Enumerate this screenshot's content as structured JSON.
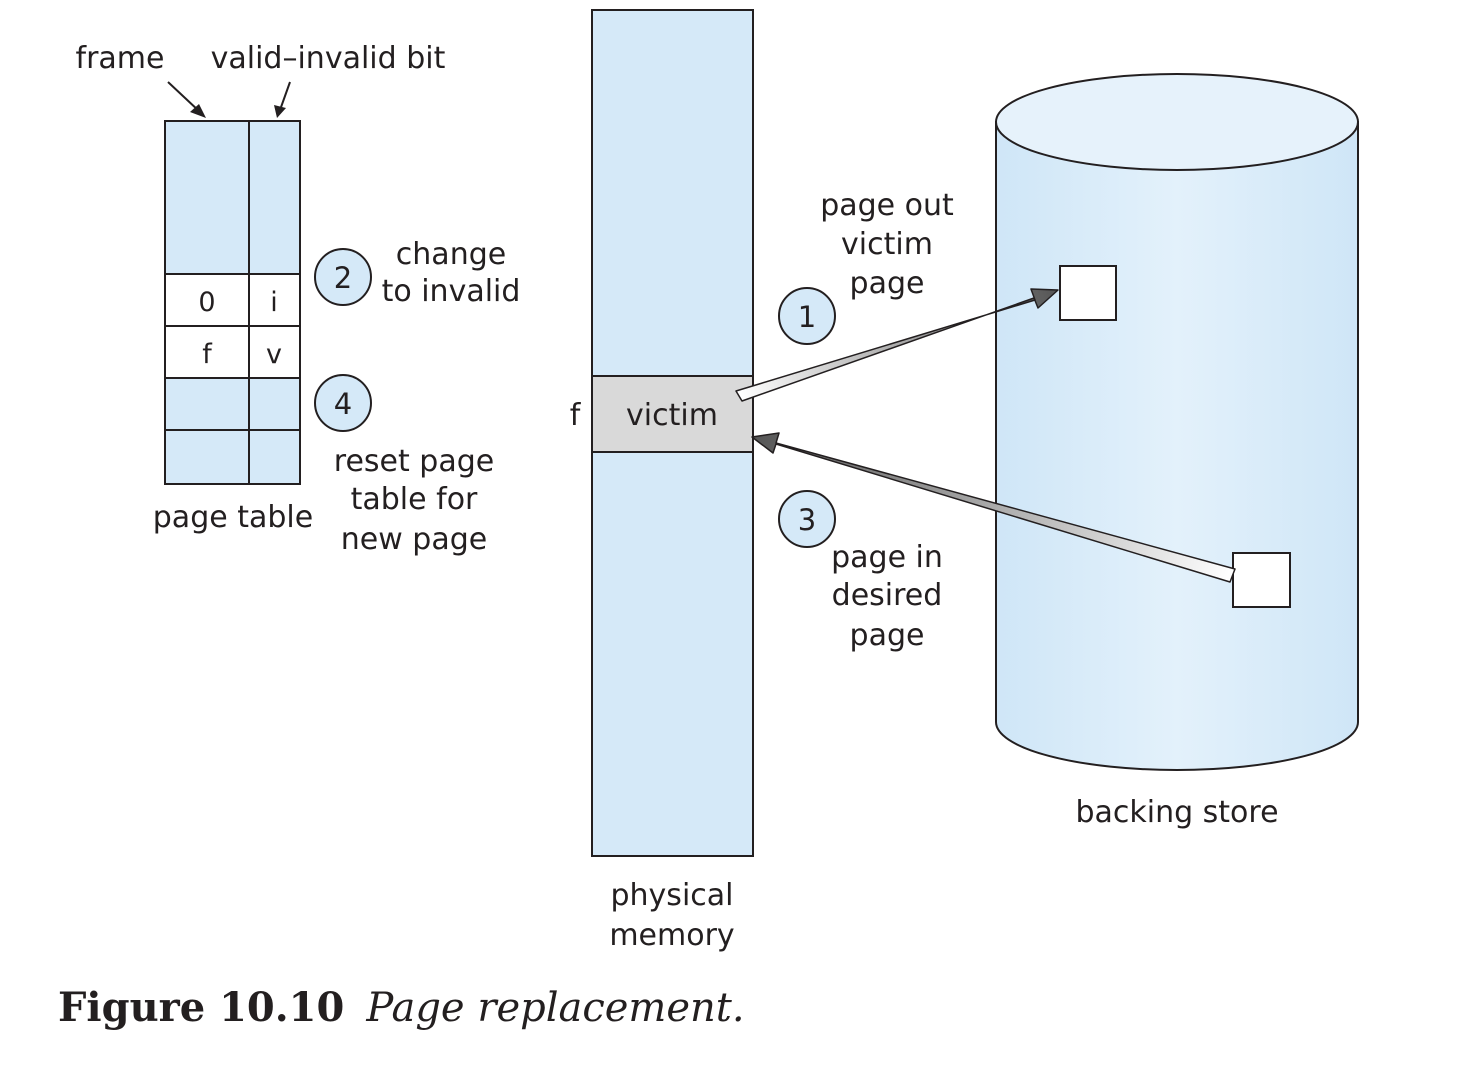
{
  "page_table": {
    "frame_label": "frame",
    "bit_label": "valid–invalid bit",
    "caption": "page table",
    "rows": [
      {
        "frame": "",
        "bit": ""
      },
      {
        "frame": "0",
        "bit": "i"
      },
      {
        "frame": "f",
        "bit": "v"
      },
      {
        "frame": "",
        "bit": ""
      },
      {
        "frame": "",
        "bit": ""
      }
    ]
  },
  "steps": [
    {
      "number": "1",
      "lines": [
        "page out",
        "victim",
        "page"
      ]
    },
    {
      "number": "2",
      "lines": [
        "change",
        "to invalid"
      ]
    },
    {
      "number": "3",
      "lines": [
        "page in",
        "desired",
        "page"
      ]
    },
    {
      "number": "4",
      "lines": [
        "reset page",
        "table for",
        "new page"
      ]
    }
  ],
  "memory": {
    "frame_label": "f",
    "victim_label": "victim",
    "caption_lines": [
      "physical",
      "memory"
    ]
  },
  "backing_store": {
    "caption": "backing store"
  },
  "figure": {
    "number": "Figure 10.10",
    "title": "Page replacement."
  },
  "colors": {
    "fill_light_blue": "#d5e9f8",
    "victim_gray": "#d9d9d9",
    "stroke": "#231f20",
    "arrow_dark": "#555555",
    "arrow_light": "#ffffff"
  }
}
